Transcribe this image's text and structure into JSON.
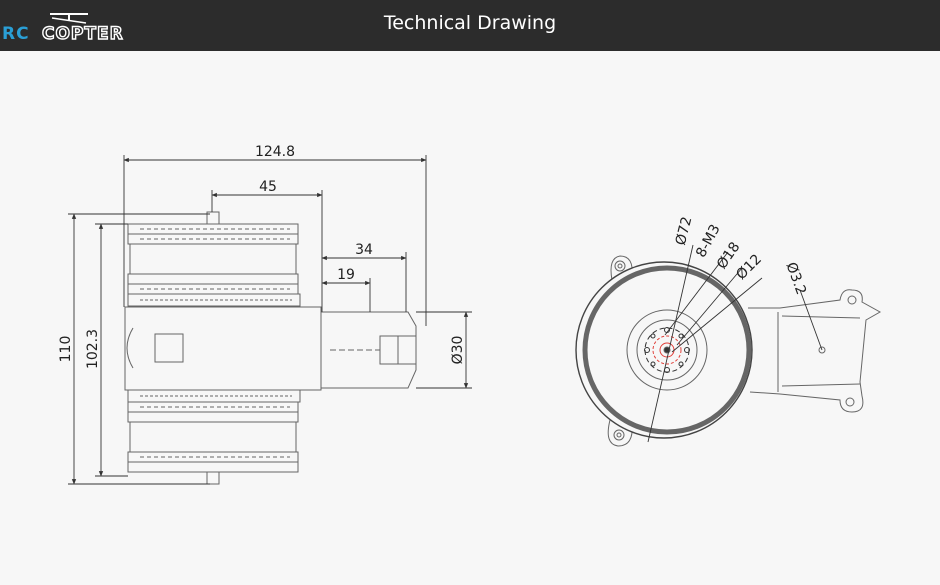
{
  "header": {
    "logo_part1": "RC",
    "logo_part2": "COPTER",
    "title": "Technical Drawing"
  },
  "side_view": {
    "dim_overall_length": "124.8",
    "dim_rotor_length": "45",
    "dim_shaft_length": "34",
    "dim_shaft_offset": "19",
    "dim_shaft_diameter": "Ø30",
    "dim_overall_height": "110",
    "dim_body_height": "102.3"
  },
  "front_view": {
    "dim_outer_diameter": "Ø72",
    "dim_mount_threads": "8-M3",
    "dim_bolt_circle": "Ø18",
    "dim_center_bore": "Ø12",
    "dim_hole_diameter": "Ø3.2"
  },
  "colors": {
    "header_bg": "#2c2c2c",
    "logo_accent": "#2a9fd6",
    "marker_red": "#e0403a",
    "line": "#555555"
  }
}
